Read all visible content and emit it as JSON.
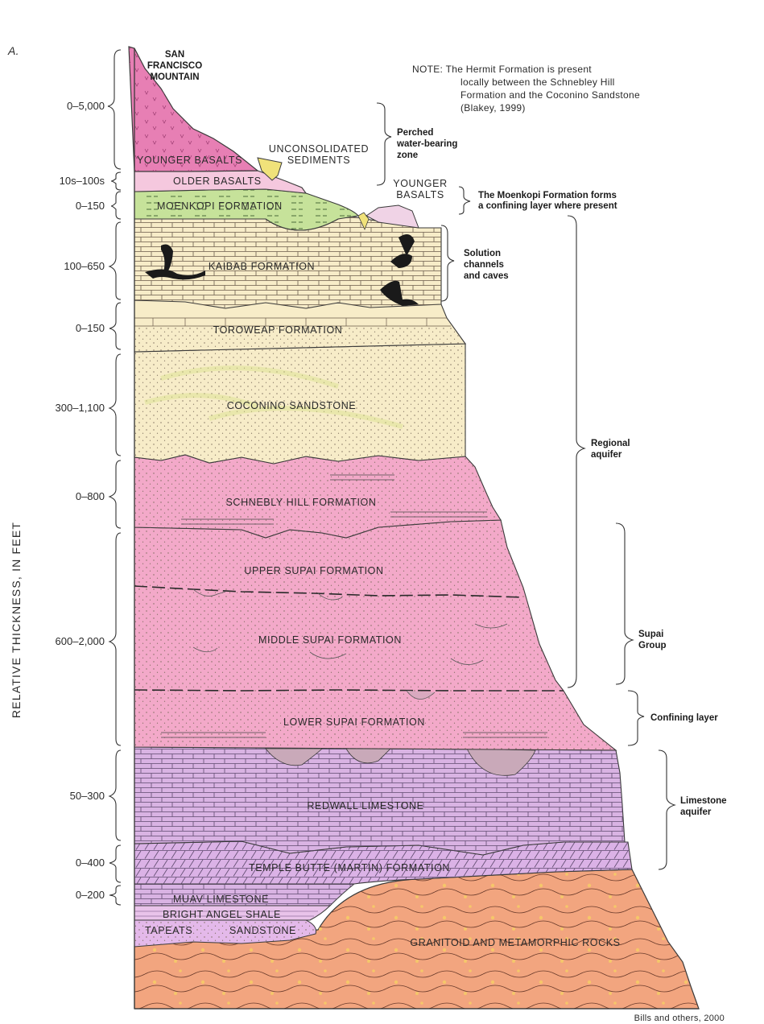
{
  "panel_label": "A.",
  "axis_title": "RELATIVE THICKNESS, IN FEET",
  "note": {
    "line1": "NOTE:  The Hermit Formation is present",
    "line2": "locally between the Schnebley Hill",
    "line3": "Formation and the Coconino Sandstone",
    "line4": "(Blakey, 1999)"
  },
  "peak_label": {
    "line1": "SAN",
    "line2": "FRANCISCO",
    "line3": "MOUNTAIN"
  },
  "thickness": {
    "t1": "0–5,000",
    "t2": "10s–100s",
    "t3": "0–150",
    "t4": "100–650",
    "t5": "0–150",
    "t6": "300–1,100",
    "t7": "0–800",
    "t8": "600–2,000",
    "t9": "50–300",
    "t10": "0–400",
    "t11": "0–200"
  },
  "formations": {
    "younger_basalts": "YOUNGER BASALTS",
    "older_basalts": "OLDER BASALTS",
    "unconsolidated_1": "UNCONSOLIDATED",
    "unconsolidated_2": "SEDIMENTS",
    "younger_basalts_r1": "YOUNGER",
    "younger_basalts_r2": "BASALTS",
    "moenkopi": "MOENKOPI FORMATION",
    "kaibab": "KAIBAB FORMATION",
    "toroweap": "TOROWEAP FORMATION",
    "coconino": "COCONINO SANDSTONE",
    "schnebly": "SCHNEBLY HILL FORMATION",
    "upper_supai": "UPPER SUPAI FORMATION",
    "middle_supai": "MIDDLE SUPAI FORMATION",
    "lower_supai": "LOWER SUPAI FORMATION",
    "redwall": "REDWALL LIMESTONE",
    "temple_butte": "TEMPLE BUTTE (MARTIN) FORMATION",
    "muav": "MUAV LIMESTONE",
    "bright_angel": "BRIGHT ANGEL SHALE",
    "tapeats_1": "TAPEATS",
    "tapeats_2": "SANDSTONE",
    "granitoid": "GRANITOID AND METAMORPHIC ROCKS"
  },
  "annotations": {
    "perched_1": "Perched",
    "perched_2": "water-bearing",
    "perched_3": "zone",
    "moenkopi_1": "The Moenkopi Formation forms",
    "moenkopi_2": "a confining layer where present",
    "solution_1": "Solution",
    "solution_2": "channels",
    "solution_3": "and caves",
    "regional_1": "Regional",
    "regional_2": "aquifer",
    "supai_1": "Supai",
    "supai_2": "Group",
    "confining": "Confining layer",
    "limestone_1": "Limestone",
    "limestone_2": "aquifer"
  },
  "source": "Bills and others, 2000",
  "colors": {
    "pink_basalt": "#e77fb4",
    "green_moenkopi": "#c6e29a",
    "cream": "#f7ecc8",
    "pink_supai": "#f3a9c9",
    "lavender": "#d9b3e3",
    "salmon": "#f2a57f",
    "outline": "#3a3a3a"
  }
}
